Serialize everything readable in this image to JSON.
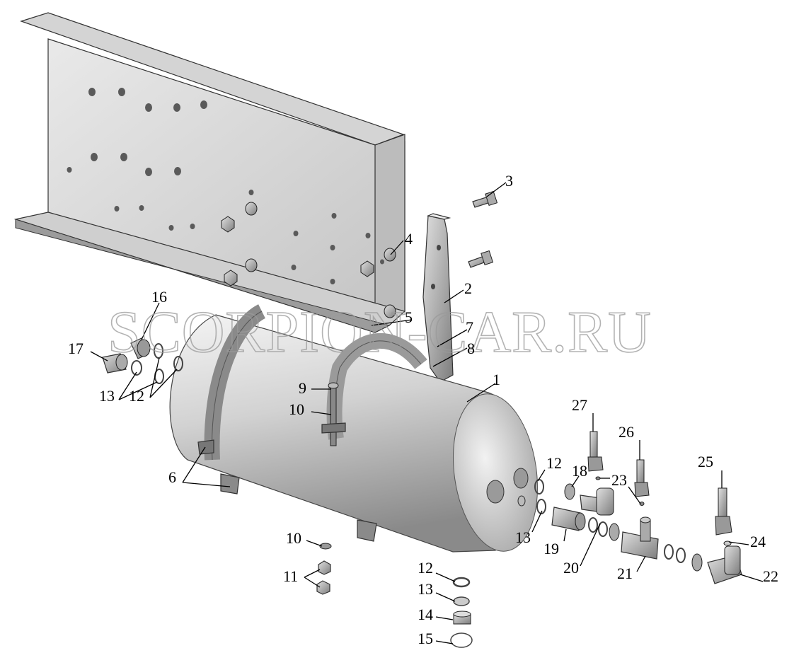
{
  "watermark": "SCORPION-CAR.RU",
  "callouts": [
    {
      "id": "c1",
      "text": "1"
    },
    {
      "id": "c2",
      "text": "2"
    },
    {
      "id": "c3",
      "text": "3"
    },
    {
      "id": "c4",
      "text": "4"
    },
    {
      "id": "c5",
      "text": "5"
    },
    {
      "id": "c6",
      "text": "6"
    },
    {
      "id": "c7",
      "text": "7"
    },
    {
      "id": "c8",
      "text": "8"
    },
    {
      "id": "c9",
      "text": "9"
    },
    {
      "id": "c10a",
      "text": "10"
    },
    {
      "id": "c10b",
      "text": "10"
    },
    {
      "id": "c11",
      "text": "11"
    },
    {
      "id": "c12a",
      "text": "12"
    },
    {
      "id": "c12b",
      "text": "12"
    },
    {
      "id": "c12c",
      "text": "12"
    },
    {
      "id": "c13a",
      "text": "13"
    },
    {
      "id": "c13b",
      "text": "13"
    },
    {
      "id": "c13c",
      "text": "13"
    },
    {
      "id": "c14",
      "text": "14"
    },
    {
      "id": "c15",
      "text": "15"
    },
    {
      "id": "c16",
      "text": "16"
    },
    {
      "id": "c17",
      "text": "17"
    },
    {
      "id": "c18",
      "text": "18"
    },
    {
      "id": "c19",
      "text": "19"
    },
    {
      "id": "c20",
      "text": "20"
    },
    {
      "id": "c21",
      "text": "21"
    },
    {
      "id": "c22",
      "text": "22"
    },
    {
      "id": "c23",
      "text": "23"
    },
    {
      "id": "c24",
      "text": "24"
    },
    {
      "id": "c25",
      "text": "25"
    },
    {
      "id": "c26",
      "text": "26"
    },
    {
      "id": "c27",
      "text": "27"
    }
  ],
  "colors": {
    "part_light": "#e6e6e6",
    "part_mid": "#bdbdbd",
    "part_dark": "#7a7a7a",
    "line": "#000000"
  }
}
